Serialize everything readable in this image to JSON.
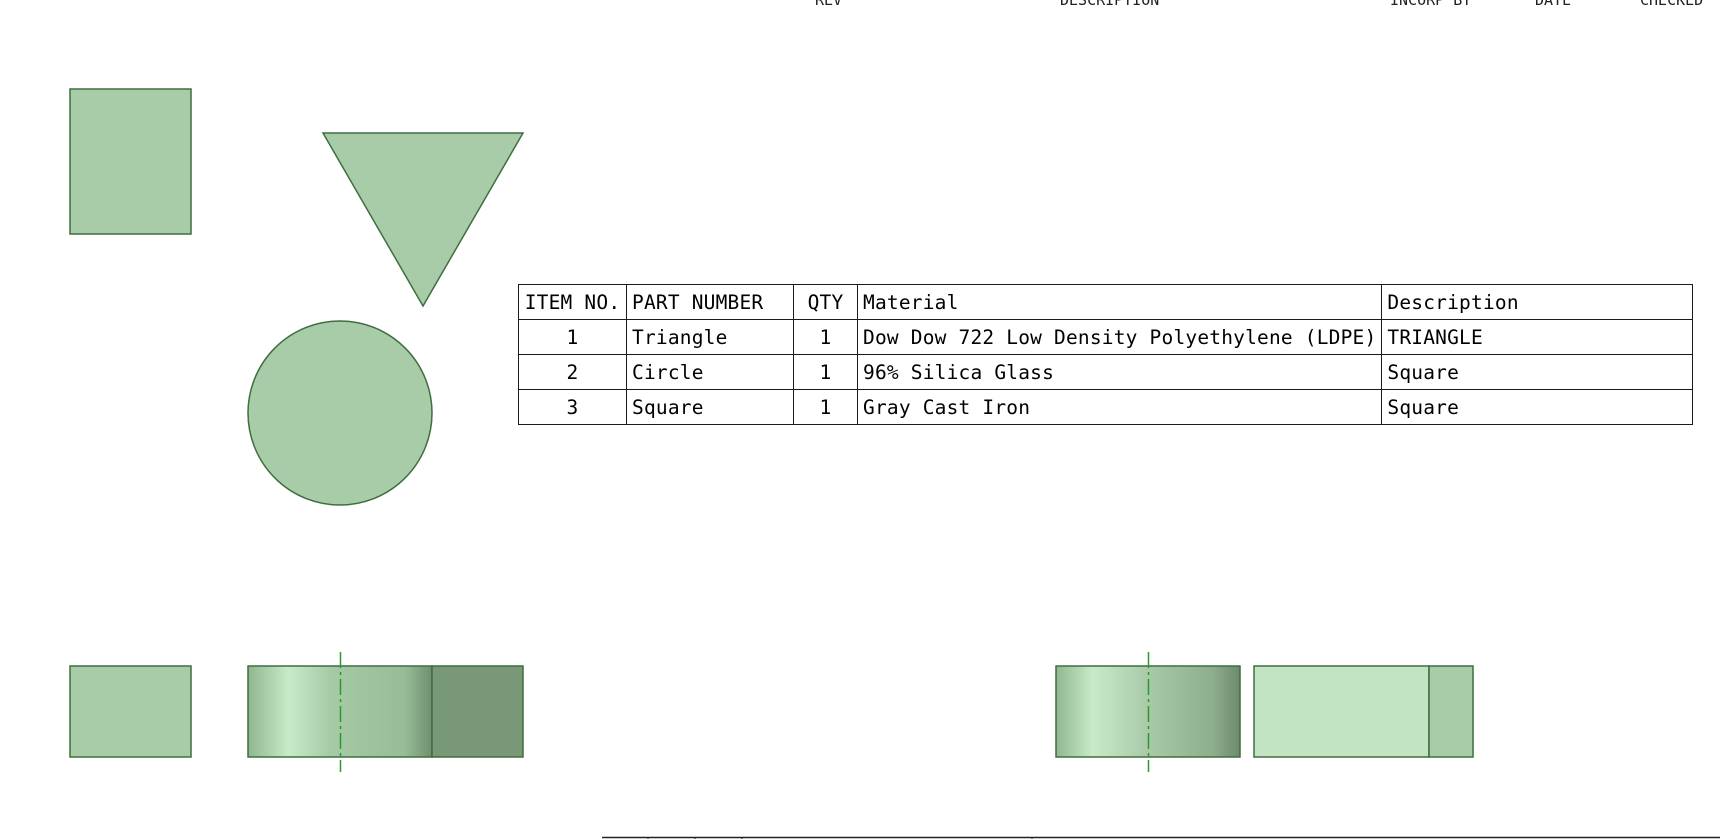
{
  "revision_header": {
    "rev": "REV",
    "description": "DESCRIPTION",
    "drawn_by": "INCORP BY",
    "date": "DATE",
    "checked": "CHECKED"
  },
  "bom": {
    "headers": [
      "ITEM NO.",
      "PART NUMBER",
      "QTY",
      "Material",
      "Description"
    ],
    "rows": [
      {
        "item": "1",
        "part_number": "Triangle",
        "qty": "1",
        "material": "Dow Dow 722 Low Density Polyethylene (LDPE)",
        "description": "TRIANGLE"
      },
      {
        "item": "2",
        "part_number": "Circle",
        "qty": "1",
        "material": "96% Silica Glass",
        "description": "Square"
      },
      {
        "item": "3",
        "part_number": "Square",
        "qty": "1",
        "material": "Gray Cast Iron",
        "description": "Square"
      }
    ]
  },
  "colors": {
    "part_fill": "#a8cca8",
    "part_stroke": "#3f6e3f",
    "highlight": "#c2e4c2",
    "shadow": "#789878",
    "centerline": "#2a9a2a"
  }
}
